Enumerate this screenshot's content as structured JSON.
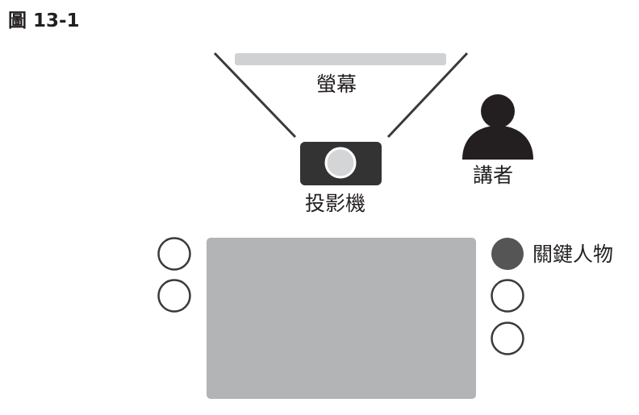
{
  "figure": {
    "title": "圖 13-1"
  },
  "labels": {
    "screen": "螢幕",
    "projector": "投影機",
    "speaker": "講者",
    "key_person": "關鍵人物"
  },
  "colors": {
    "ink": "#231f20",
    "screen_bar": "#d0d1d2",
    "table": "#b3b4b5",
    "projector_body": "#333333",
    "projector_lens": "#d4d5d6",
    "seat_outline": "#3a3a3a",
    "key_person_seat": "#555555"
  }
}
